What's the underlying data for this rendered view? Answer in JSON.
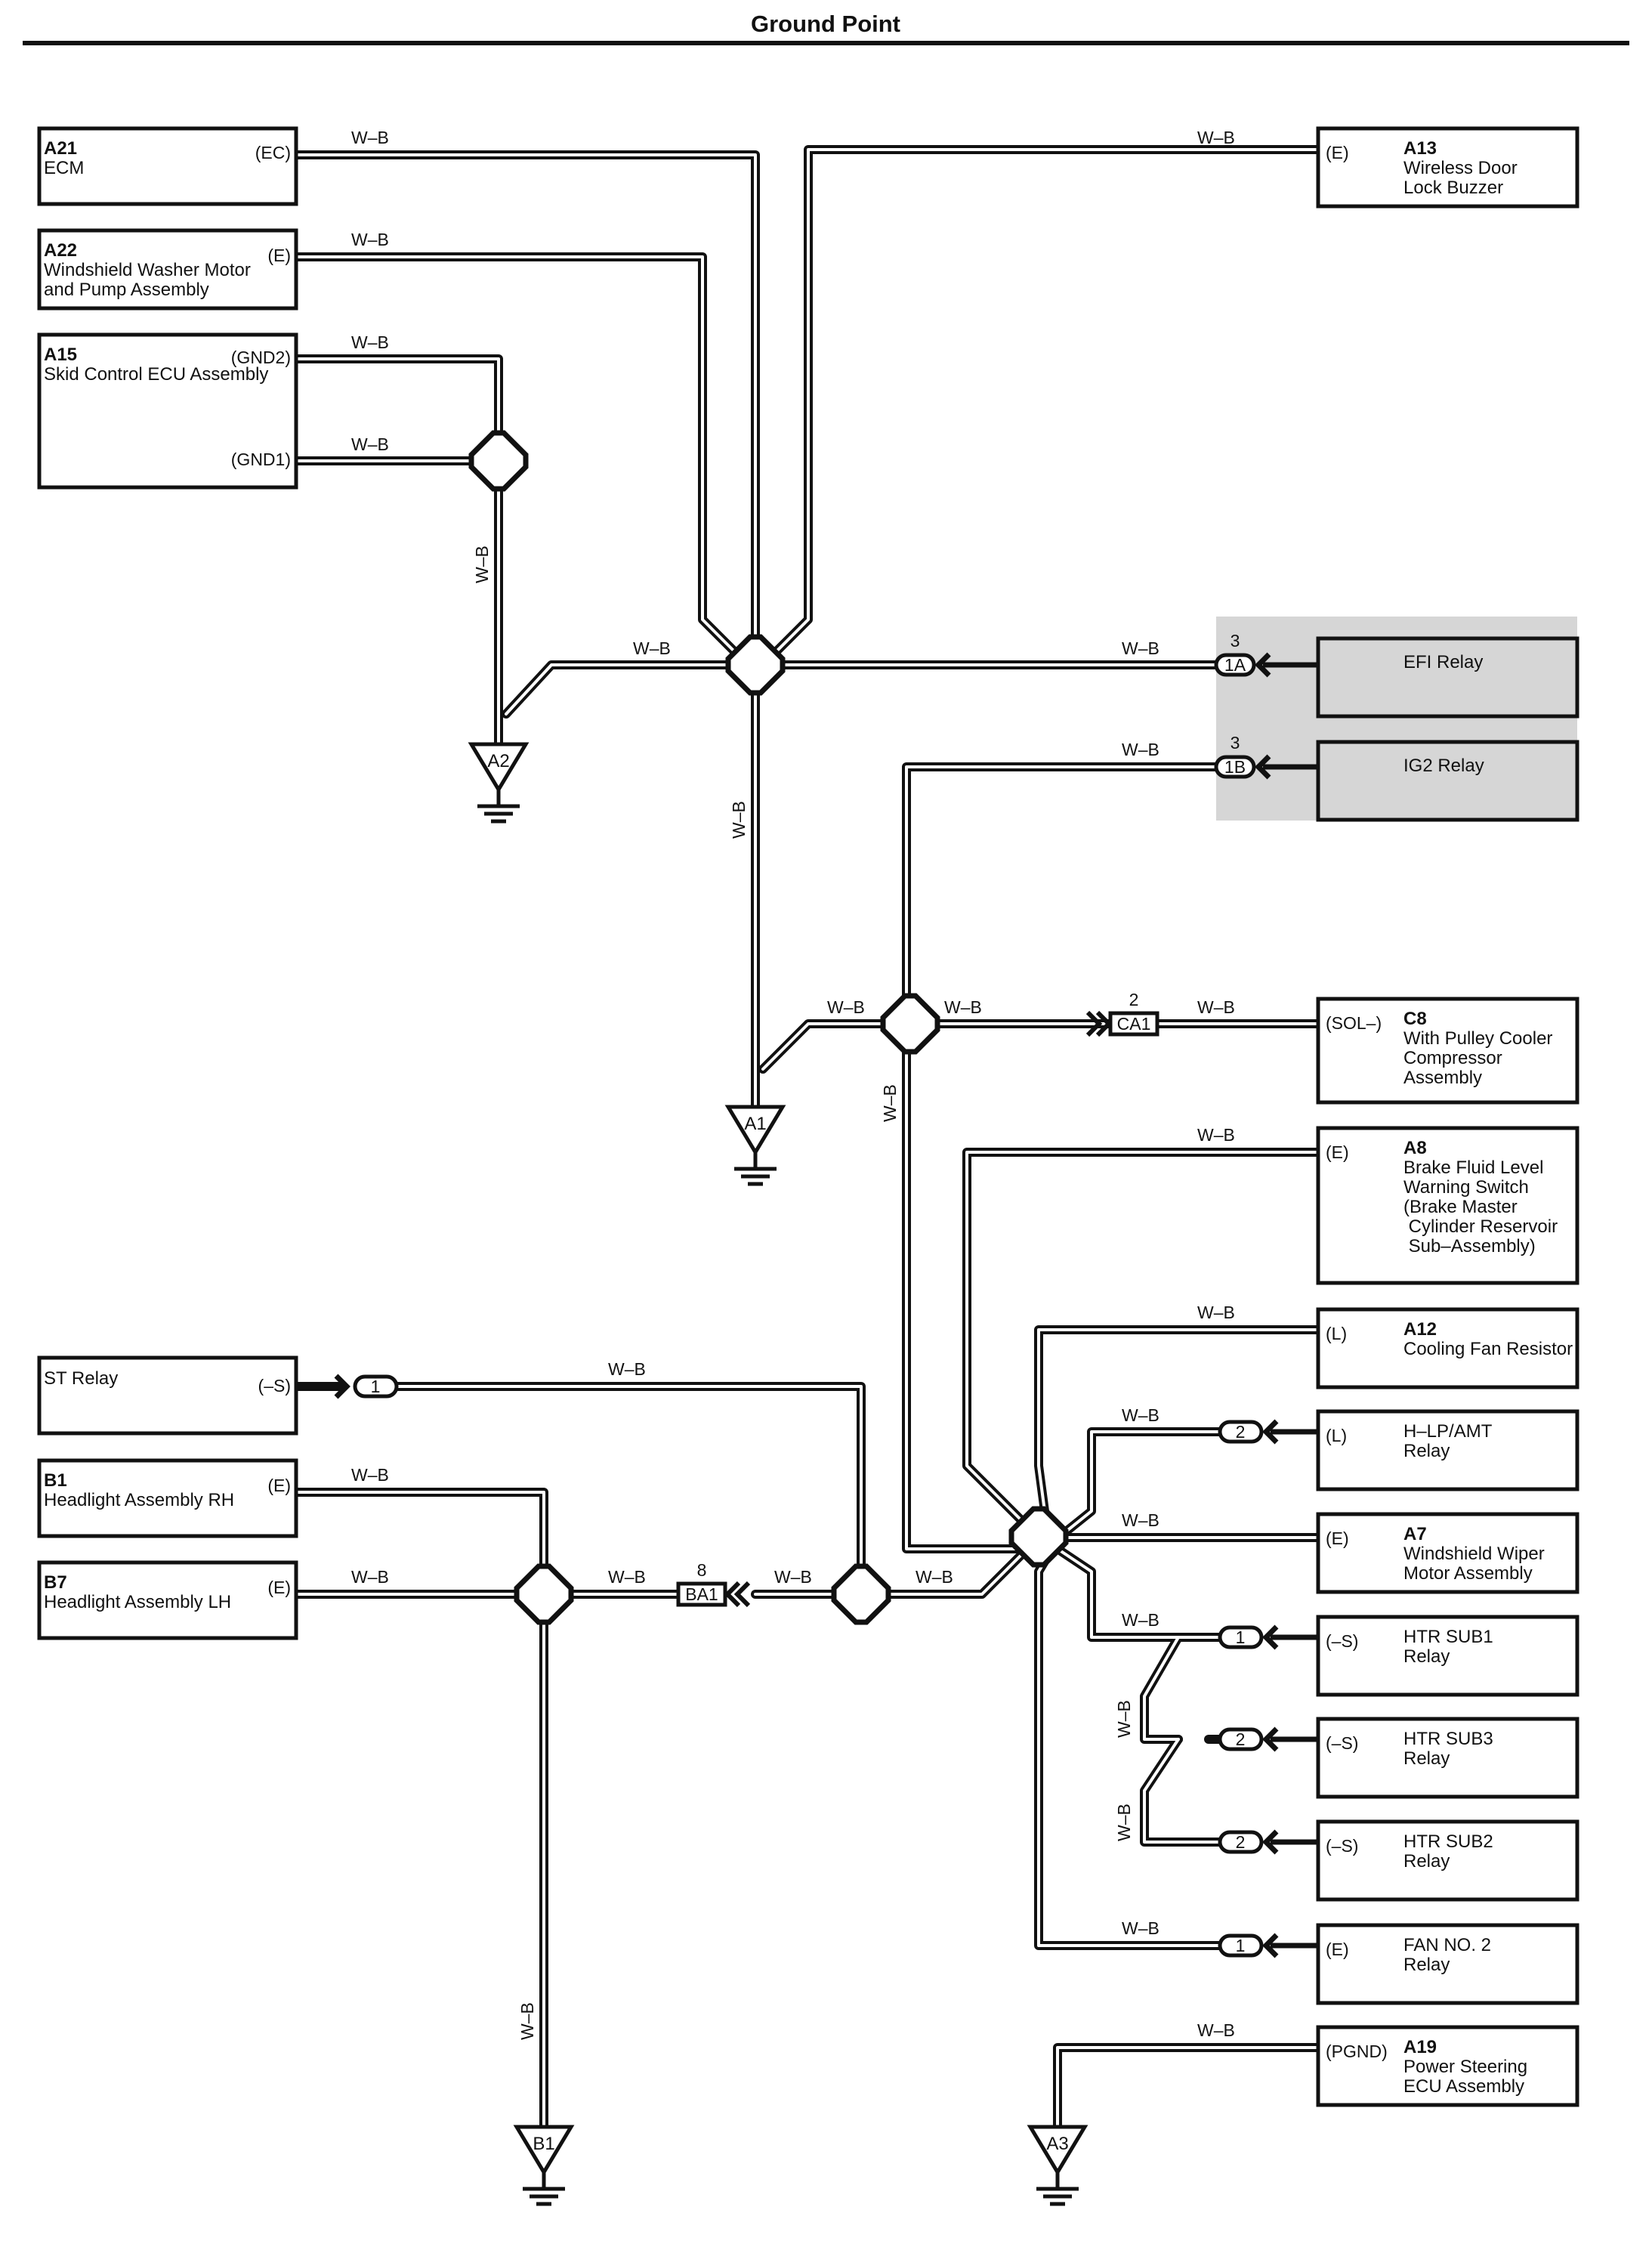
{
  "title": "Ground Point",
  "wire_color": "W–B",
  "components": {
    "a21": {
      "code": "A21",
      "name": "ECM",
      "pin": "(EC)"
    },
    "a22": {
      "code": "A22",
      "name1": "Windshield Washer Motor",
      "name2": "and Pump Assembly",
      "pin": "(E)"
    },
    "a15": {
      "code": "A15",
      "name": "Skid Control ECU Assembly",
      "pin1": "(GND2)",
      "pin2": "(GND1)"
    },
    "a13": {
      "code": "A13",
      "name1": "Wireless Door",
      "name2": "Lock Buzzer",
      "pin": "(E)"
    },
    "efi": {
      "name": "EFI Relay",
      "connector": "1A",
      "pin": "3"
    },
    "ig2": {
      "name": "IG2 Relay",
      "connector": "1B",
      "pin": "3"
    },
    "c8": {
      "code": "C8",
      "name1": "With Pulley Cooler",
      "name2": "Compressor",
      "name3": "Assembly",
      "pin": "(SOL–)"
    },
    "ca1": {
      "connector": "CA1",
      "pin": "2"
    },
    "a8": {
      "code": "A8",
      "name1": "Brake Fluid Level",
      "name2": "Warning Switch",
      "name3": "(Brake Master",
      "name4": " Cylinder Reservoir",
      "name5": " Sub–Assembly)",
      "pin": "(E)"
    },
    "a12": {
      "code": "A12",
      "name": "Cooling Fan Resistor",
      "pin": "(L)"
    },
    "hlp": {
      "name1": "H–LP/AMT",
      "name2": "Relay",
      "pin": "(L)",
      "term": "2"
    },
    "a7": {
      "code": "A7",
      "name1": "Windshield Wiper",
      "name2": "Motor Assembly",
      "pin": "(E)"
    },
    "htr1": {
      "name1": "HTR SUB1",
      "name2": "Relay",
      "pin": "(–S)",
      "term": "1"
    },
    "htr3": {
      "name1": "HTR SUB3",
      "name2": "Relay",
      "pin": "(–S)",
      "term": "2"
    },
    "htr2": {
      "name1": "HTR SUB2",
      "name2": "Relay",
      "pin": "(–S)",
      "term": "2"
    },
    "fan2": {
      "name1": "FAN NO. 2",
      "name2": "Relay",
      "pin": "(E)",
      "term": "1"
    },
    "a19": {
      "code": "A19",
      "name1": "Power Steering",
      "name2": "ECU Assembly",
      "pin": "(PGND)"
    },
    "st": {
      "name": "ST Relay",
      "pin": "(–S)",
      "term": "1"
    },
    "b1": {
      "code": "B1",
      "name": "Headlight Assembly RH",
      "pin": "(E)"
    },
    "b7": {
      "code": "B7",
      "name": "Headlight Assembly LH",
      "pin": "(E)"
    },
    "ba1": {
      "connector": "BA1",
      "pin": "8"
    }
  },
  "grounds": {
    "a2": "A2",
    "a1": "A1",
    "b1": "B1",
    "a3": "A3"
  }
}
